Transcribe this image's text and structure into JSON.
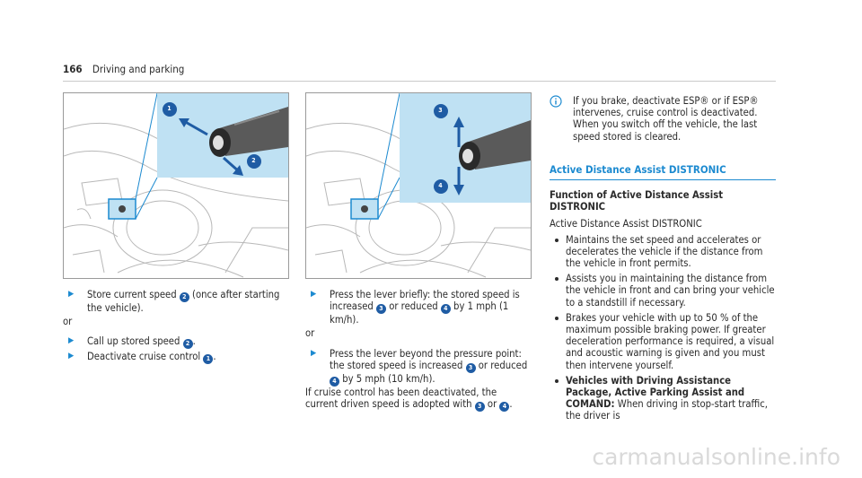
{
  "header": {
    "page_number": "166",
    "section": "Driving and parking"
  },
  "left": {
    "step1_pre": "Store current speed ",
    "step1_c1": "2",
    "step1_post": " (once after starting the vehicle).",
    "or": "or",
    "step2_pre": "Call up stored speed ",
    "step2_c1": "2",
    "step2_post": ".",
    "step3_pre": "Deactivate cruise control ",
    "step3_c1": "1",
    "step3_post": "."
  },
  "middle": {
    "step1_a": "Press the lever briefly: the stored speed is increased ",
    "step1_c1": "3",
    "step1_b": " or reduced ",
    "step1_c2": "4",
    "step1_c": " by 1 mph (1 km/h).",
    "or": "or",
    "step2_a": "Press the lever beyond the pressure point: the stored speed is increased ",
    "step2_c1": "3",
    "step2_b": " or reduced ",
    "step2_c2": "4",
    "step2_c": " by 5 mph (10 km/h).",
    "para_a": "If cruise control has been deactivated, the current driven speed is adopted with ",
    "para_c1": "3",
    "para_b": " or ",
    "para_c2": "4",
    "para_c": "."
  },
  "right": {
    "note": "If you brake, deactivate ESP® or if ESP® intervenes, cruise control is deactivated. When you switch off the vehicle, the last speed stored is cleared.",
    "section_title": "Active Distance Assist DISTRONIC",
    "subhead": "Function of Active Distance Assist DISTRONIC",
    "intro": "Active Distance Assist DISTRONIC",
    "bullets": [
      "Maintains the set speed and accelerates or decelerates the vehicle if the distance from the vehicle in front permits.",
      "Assists you in maintaining the distance from the vehicle in front and can bring your vehicle to a standstill if necessary.",
      "Brakes your vehicle with up to 50 % of the maximum possible braking power. If greater deceleration performance is required, a visual and acoustic warning is given and you must then intervene yourself."
    ],
    "last_bullet_bold": "Vehicles with Driving Assistance Package, Active Parking Assist and COMAND:",
    "last_bullet_text": " When driving in stop-start traffic, the driver is"
  },
  "figures": {
    "fig1_callouts": [
      "1",
      "2"
    ],
    "fig2_callouts": [
      "3",
      "4"
    ]
  },
  "watermark": "carmanualsonline.info",
  "colors": {
    "accent": "#1c8ad0",
    "callout": "#1f5ca4",
    "figure_panel": "#bfe1f3"
  }
}
